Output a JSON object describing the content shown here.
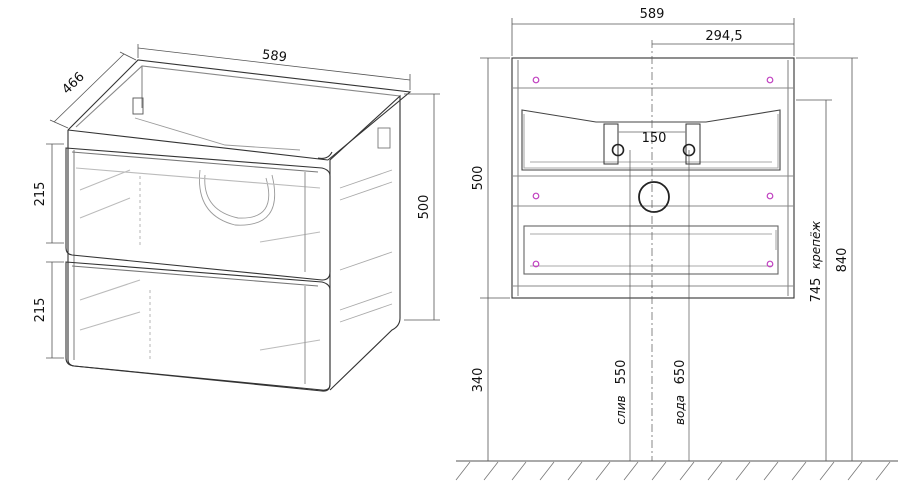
{
  "iso": {
    "width": "589",
    "depth": "466",
    "height": "500",
    "drawer_top": "215",
    "drawer_bottom": "215"
  },
  "front": {
    "width": "589",
    "half_width": "294,5",
    "hole_spacing": "150",
    "height": "500",
    "floor_gap": "340",
    "mount_height": "745",
    "mount_label": "крепёж",
    "total_height": "840",
    "drain_height": "550",
    "drain_label": "слив",
    "water_height": "650",
    "water_label": "вода"
  },
  "colors": {
    "line": "#333333",
    "thin": "#8a8a8a",
    "light": "#b5b5b5",
    "accent": "#c040c0"
  }
}
